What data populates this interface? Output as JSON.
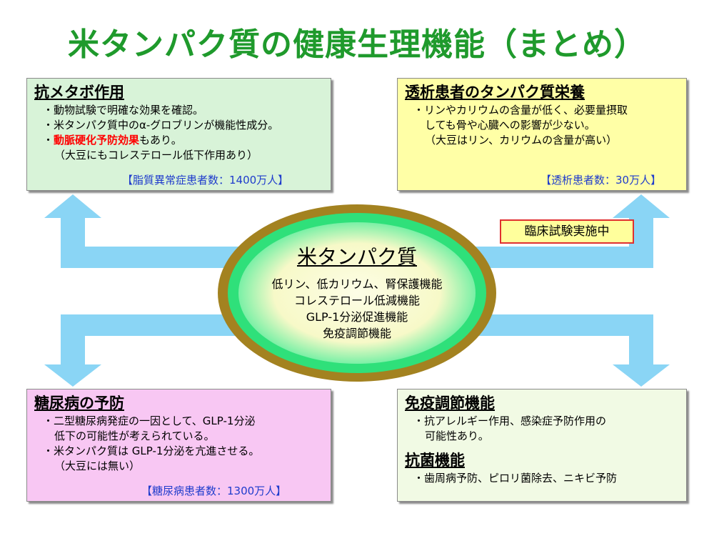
{
  "title": "米タンパク質の健康生理機能（まとめ）",
  "colors": {
    "title": "#1f9a2c",
    "arrow": "#8ad5f5",
    "stat": "#1f3ccc",
    "highlight": "#ff0000"
  },
  "center": {
    "title": "米タンパク質",
    "functions": [
      "低リン、低カリウム、腎保護機能",
      "コレステロール低減機能",
      "GLP-1分泌促進機能",
      "免疫調節機能"
    ]
  },
  "clinical_trial_label": "臨床試験実施中",
  "boxes": {
    "anti_metabo": {
      "heading": "抗メタボ作用",
      "line1": "・動物試験で明確な効果を確認。",
      "line2": "・米タンパク質中のα-グロブリンが機能性成分。",
      "line3_highlight": "動脈硬化予防効果",
      "line3_rest": "もあり。",
      "line3_bullet": "・",
      "line4": "（大豆にもコレステロール低下作用あり）",
      "stat": "【脂質異常症患者数：1400万人】"
    },
    "dialysis": {
      "heading": "透析患者のタンパク質栄養",
      "line1": "・リンやカリウムの含量が低く、必要量摂取",
      "line2": "しても骨や心臓への影響が少ない。",
      "line3": "（大豆はリン、カリウムの含量が高い）",
      "stat": "【透析患者数：30万人】"
    },
    "diabetes": {
      "heading": "糖尿病の予防",
      "line1": "・二型糖尿病発症の一因として、GLP-1分泌",
      "line2": "低下の可能性が考えられている。",
      "line3": "・米タンパク質は GLP-1分泌を亢進させる。",
      "line4": "（大豆には無い）",
      "stat": "【糖尿病患者数：1300万人】"
    },
    "immune": {
      "heading": "免疫調節機能",
      "line1": "・抗アレルギー作用、感染症予防作用の",
      "line2": "可能性あり。",
      "heading2": "抗菌機能",
      "line3": "・歯周病予防、ピロリ菌除去、ニキビ予防"
    }
  }
}
